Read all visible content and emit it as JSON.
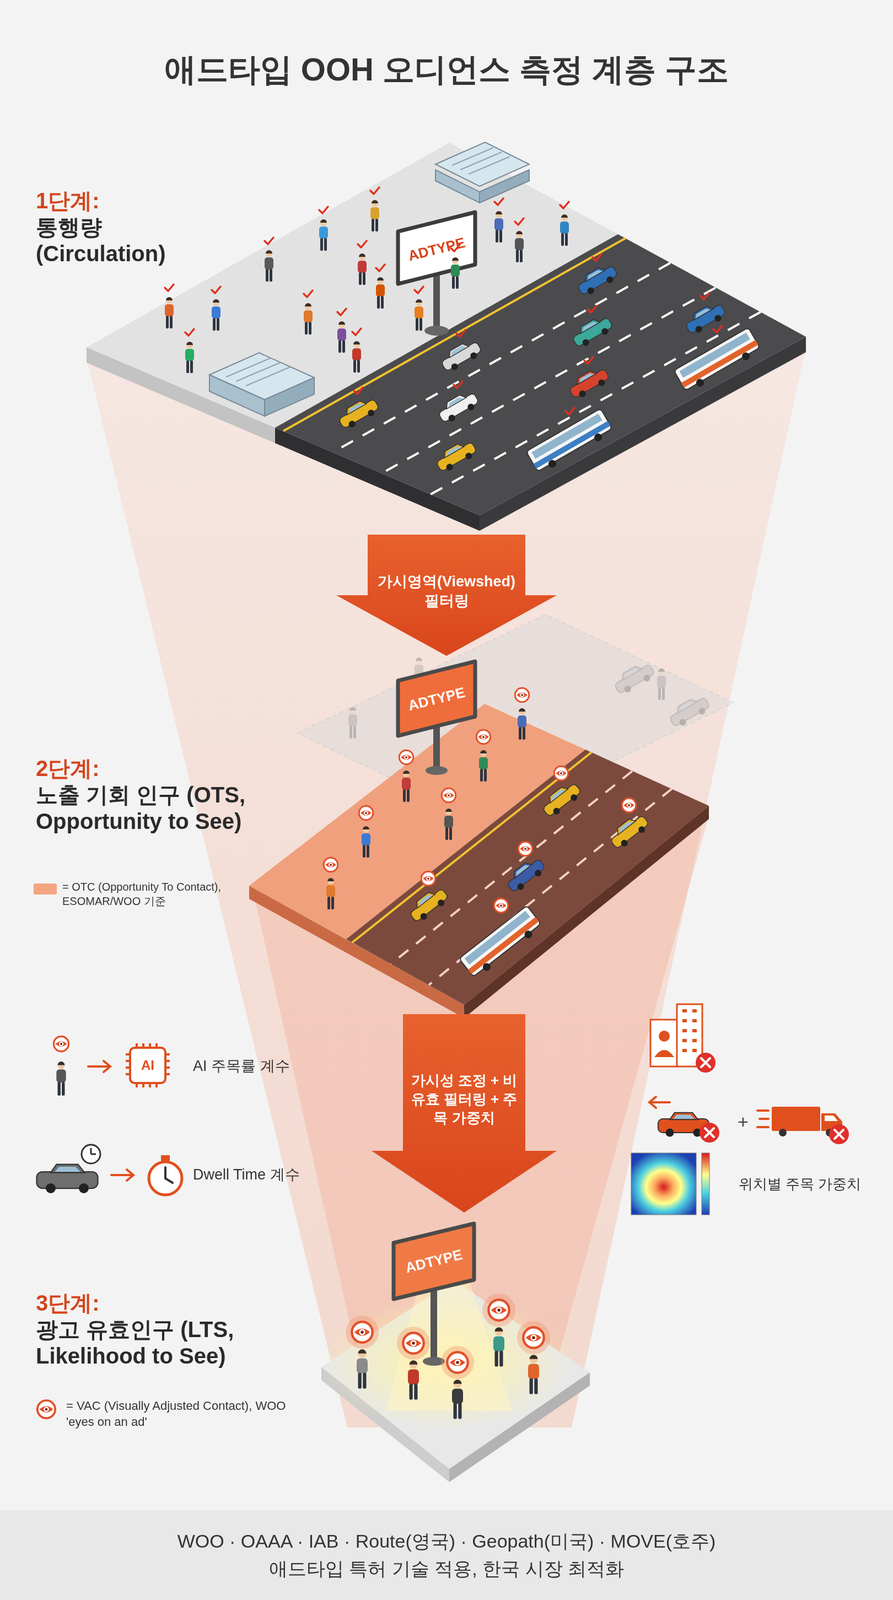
{
  "diagram": {
    "title": "애드타입 OOH 오디언스 측정 계층 구조",
    "nodes": [
      {
        "text": [
          "1단계:",
          "통행량 (Circulation)"
        ]
      },
      {
        "text": [
          "2단계:",
          "노출 기회 인구 (OTS, Opportunity to See)"
        ]
      },
      {
        "text": [
          "3단계:",
          "광고 유효인구 (LTS, Likelihood to See)"
        ]
      },
      {
        "text": [
          "WOO · OAAA · IAB · Route(영국) · Geopath(미국) · MOVE(호주)",
          "애드타입 특허 기술 적용, 한국 시장 최적화"
        ]
      }
    ],
    "edges": [
      {
        "from": 0,
        "to": 1,
        "arrow": "to",
        "label": "가시영역(Viewshed) 필터링"
      },
      {
        "from": 1,
        "to": 2,
        "arrow": "to",
        "label": "가시성 조정 + 비유효 필터링 + 주목 가중치"
      }
    ],
    "labels": [
      "ADTYPE",
      "ADTYPE",
      "AI",
      "AI 주목률 계수",
      "Dwell Time 계수",
      "+",
      "위치별 주목 가중치",
      "ADTYPE"
    ],
    "legend": [
      {
        "text": "= OTC (Opportunity To Contact), ESOMAR/WOO 기준",
        "color": "#f4a582"
      },
      {
        "text": "= VAC (Visually Adjusted Contact), WOO 'eyes on an ad'"
      }
    ]
  }
}
